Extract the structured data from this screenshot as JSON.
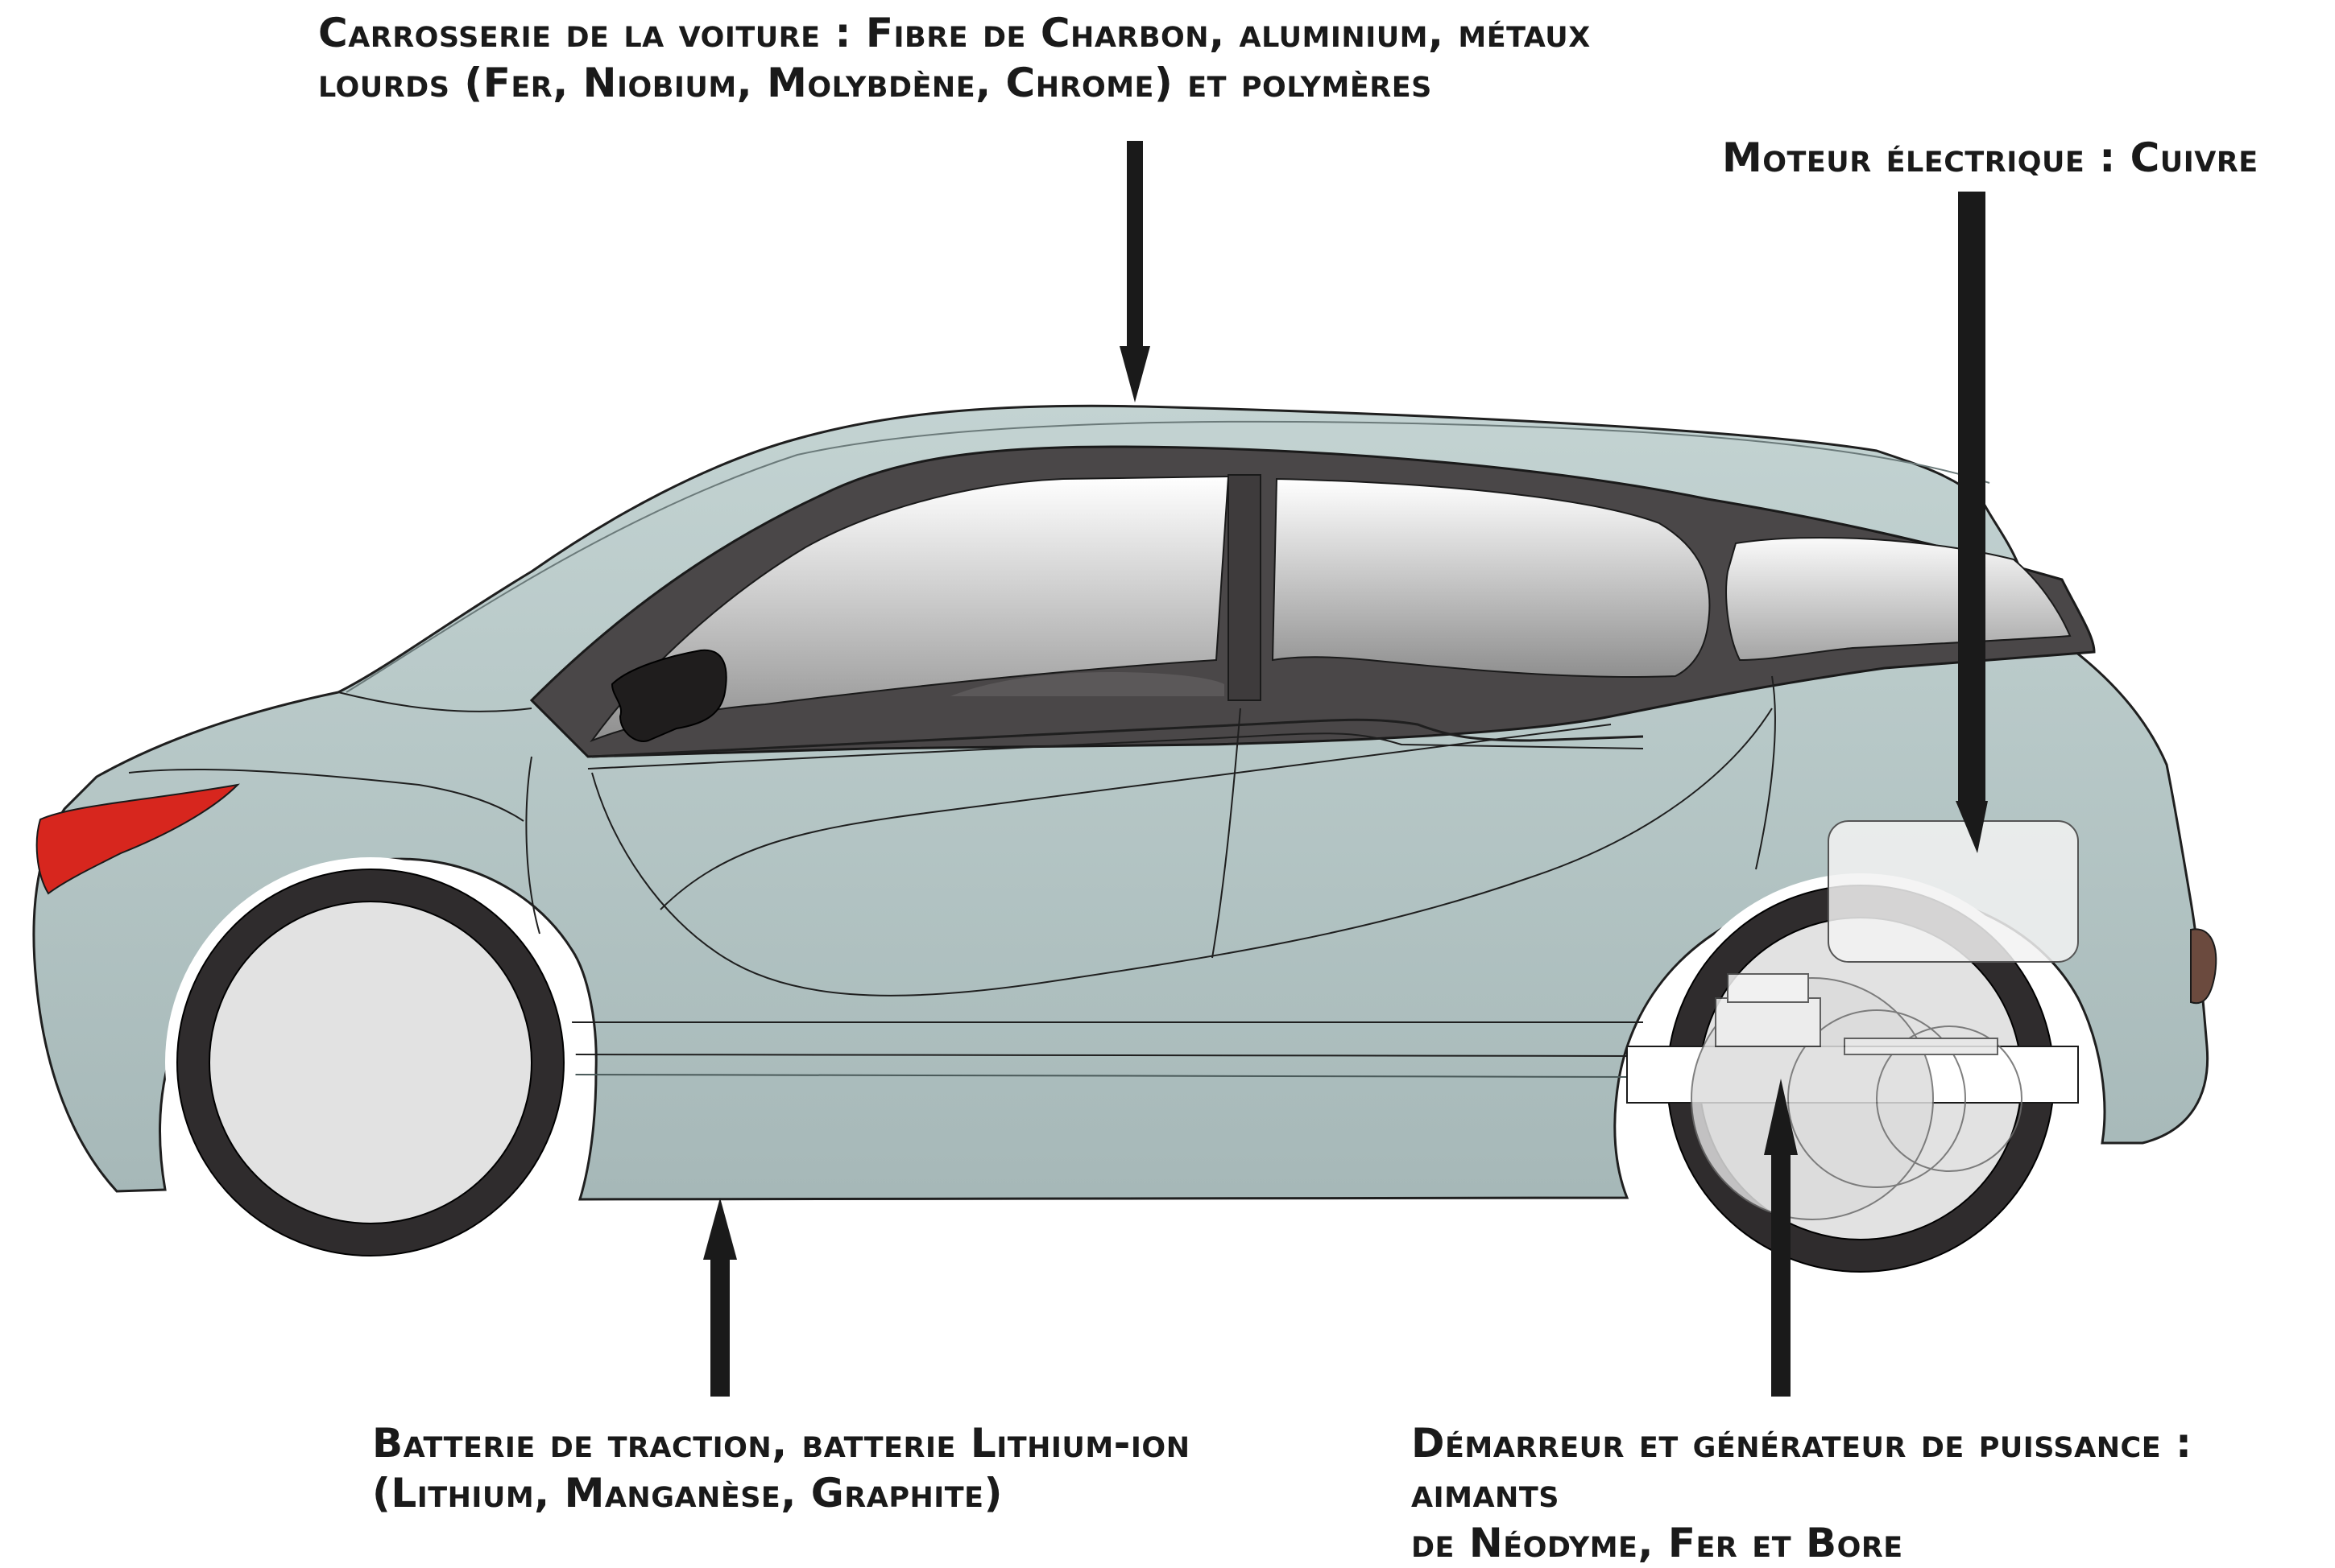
{
  "labels": {
    "body_line1": "Carrosserie de la voiture : Fibre de Charbon, aluminium, métaux",
    "body_line2": "lourds (Fer, Niobium, Molybdène, Chrome) et polymères",
    "motor": "Moteur électrique : Cuivre",
    "battery_line1": "Batterie de traction, batterie Lithium-ion",
    "battery_line2": "(Lithium, Manganèse, Graphite)",
    "starter_line1": "Démarreur et générateur de puissance : aimants",
    "starter_line2": "de Néodyme, Fer et Bore"
  },
  "colors": {
    "body": "#b7c8c8",
    "window_frame": "#4a4748",
    "tire": "#2f2c2d",
    "hub": "#e2e2e2",
    "headlight": "#d7261e",
    "tail_light": "#6b4a3e",
    "arrow": "#1a1a1a"
  }
}
